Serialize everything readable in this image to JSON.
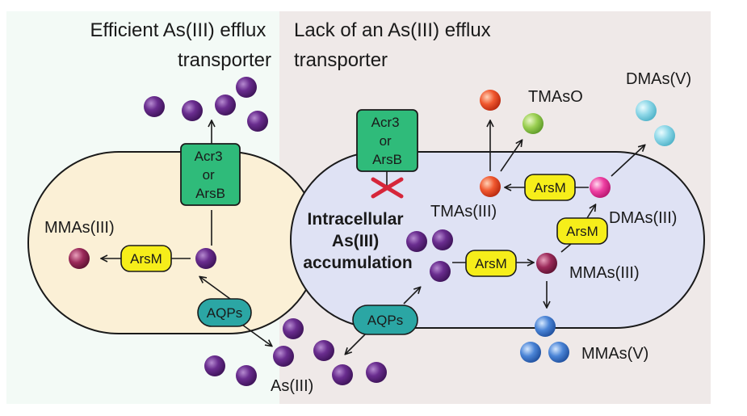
{
  "panels": {
    "left_title": [
      "Efficient As(III) efflux",
      "transporter"
    ],
    "right_title": [
      "Lack of an As(III) efflux",
      "transporter"
    ]
  },
  "transporters": {
    "left": [
      "Acr3",
      "or",
      "ArsB"
    ],
    "right": [
      "Acr3",
      "or",
      "ArsB"
    ],
    "aqp": "AQPs"
  },
  "enzymes": {
    "arsm": "ArsM"
  },
  "species": {
    "mmas3_left": "MMAs(III)",
    "as3": "As(III)",
    "tmaso": "TMAsO",
    "dmas5": "DMAs(V)",
    "tmas3": "TMAs(III)",
    "dmas3": "DMAs(III)",
    "mmas3_right": "MMAs(III)",
    "mmas5": "MMAs(V)"
  },
  "notes": {
    "accumulation": [
      "Intracellular",
      "As(III)",
      "accumulation"
    ]
  },
  "colors": {
    "left_bg": "#f3faf6",
    "right_bg": "#efe9e8",
    "left_cell": "#fbf0d6",
    "right_cell": "#dfe2f4",
    "efflux_green": "#2fbb7a",
    "arsm_yellow": "#f6ee1a",
    "aqp_teal": "#2ba6a4",
    "as3_purple": "#6a2d8f",
    "block_red": "#d6263a"
  }
}
